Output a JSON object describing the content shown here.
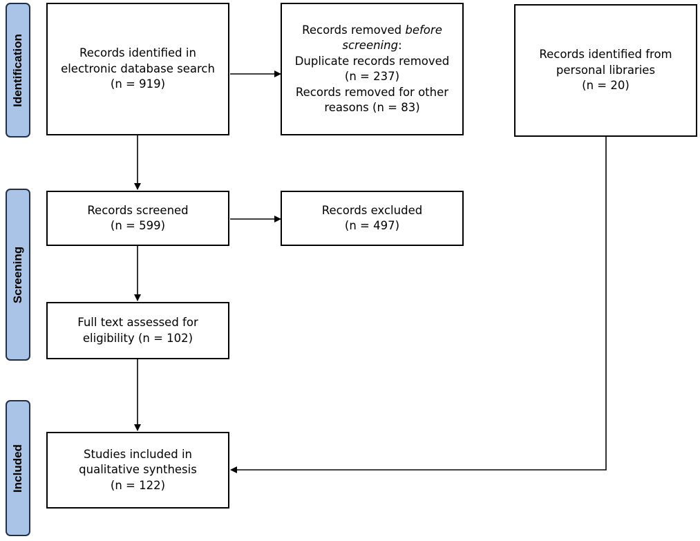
{
  "phases": {
    "identification": "Identification",
    "screening": "Screening",
    "included": "Included"
  },
  "boxes": {
    "database": {
      "line1": "Records identified in",
      "line2": "electronic database search",
      "line3": "(n = 919)"
    },
    "removed": {
      "line1a": "Records removed ",
      "line1b": "before",
      "line2a": "screening",
      "line2b": ":",
      "line3": "Duplicate records removed",
      "line4": "(n = 237)",
      "line5": "Records removed for other",
      "line6": "reasons (n = 83)"
    },
    "personal": {
      "line1": "Records identified from",
      "line2": "personal libraries",
      "line3": "(n = 20)"
    },
    "screened": {
      "line1": "Records screened",
      "line2": "(n = 599)"
    },
    "excluded": {
      "line1": "Records excluded",
      "line2": "(n = 497)"
    },
    "fulltext": {
      "line1": "Full text assessed for",
      "line2": "eligibility (n = 102)"
    },
    "included": {
      "line1": "Studies included in",
      "line2": "qualitative synthesis",
      "line3": "(n = 122)"
    }
  }
}
